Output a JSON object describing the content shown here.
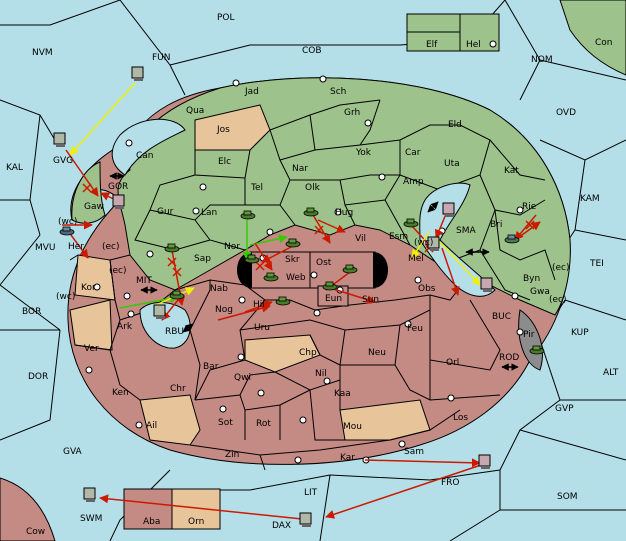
{
  "colors": {
    "sea": "#b5dfe8",
    "green": "#9dc28b",
    "red": "#c48a84",
    "tan": "#e8c49a",
    "grey": "#8c8c8c",
    "border": "#000000",
    "move_red": "#cc1a00",
    "move_yellow": "#f0f000",
    "move_green": "#33cc00"
  },
  "labels": [
    {
      "id": "pol",
      "text": "POL"
    },
    {
      "id": "nvm",
      "text": "NVM"
    },
    {
      "id": "fun",
      "text": "FUN"
    },
    {
      "id": "cob",
      "text": "COB"
    },
    {
      "id": "nom",
      "text": "NOM"
    },
    {
      "id": "con",
      "text": "Con"
    },
    {
      "id": "elf",
      "text": "Elf"
    },
    {
      "id": "hel",
      "text": "Hel"
    },
    {
      "id": "ovd",
      "text": "OVD"
    },
    {
      "id": "kal",
      "text": "KAL"
    },
    {
      "id": "kam",
      "text": "KAM"
    },
    {
      "id": "jad",
      "text": "Jad"
    },
    {
      "id": "sch",
      "text": "Sch"
    },
    {
      "id": "qua",
      "text": "Qua"
    },
    {
      "id": "jos",
      "text": "Jos"
    },
    {
      "id": "grh",
      "text": "Grh"
    },
    {
      "id": "eld",
      "text": "Eld"
    },
    {
      "id": "can",
      "text": "Can"
    },
    {
      "id": "elc",
      "text": "Elc"
    },
    {
      "id": "nar",
      "text": "Nar"
    },
    {
      "id": "yok",
      "text": "Yok"
    },
    {
      "id": "car",
      "text": "Car"
    },
    {
      "id": "uta",
      "text": "Uta"
    },
    {
      "id": "kat",
      "text": "Kat"
    },
    {
      "id": "gvg",
      "text": "GVG"
    },
    {
      "id": "gor",
      "text": "GOR"
    },
    {
      "id": "tel",
      "text": "Tel"
    },
    {
      "id": "olk",
      "text": "Olk"
    },
    {
      "id": "amp",
      "text": "Amp"
    },
    {
      "id": "gaw",
      "text": "Gaw"
    },
    {
      "id": "gur",
      "text": "Gur"
    },
    {
      "id": "lan",
      "text": "Lan"
    },
    {
      "id": "hug",
      "text": "Hug"
    },
    {
      "id": "bri",
      "text": "Bri"
    },
    {
      "id": "rie",
      "text": "Rie"
    },
    {
      "id": "wc1",
      "text": "(wc)"
    },
    {
      "id": "mvu",
      "text": "MVU"
    },
    {
      "id": "her",
      "text": "Her"
    },
    {
      "id": "ec1",
      "text": "(ec)"
    },
    {
      "id": "esm",
      "text": "Esm"
    },
    {
      "id": "sma",
      "text": "SMA"
    },
    {
      "id": "vil",
      "text": "Vil"
    },
    {
      "id": "nor",
      "text": "Nor"
    },
    {
      "id": "skr",
      "text": "Skr"
    },
    {
      "id": "sap",
      "text": "Sap"
    },
    {
      "id": "ost",
      "text": "Ost"
    },
    {
      "id": "wc2",
      "text": "(wc)"
    },
    {
      "id": "mel",
      "text": "Mel"
    },
    {
      "id": "tei",
      "text": "TEI"
    },
    {
      "id": "ec2",
      "text": "(ec)"
    },
    {
      "id": "byn",
      "text": "Byn"
    },
    {
      "id": "ec3",
      "text": "(ec)"
    },
    {
      "id": "web",
      "text": "Web"
    },
    {
      "id": "kor",
      "text": "Kor"
    },
    {
      "id": "mit",
      "text": "MIT"
    },
    {
      "id": "wc3",
      "text": "(wc)"
    },
    {
      "id": "nab",
      "text": "Nab"
    },
    {
      "id": "eun",
      "text": "Eun"
    },
    {
      "id": "sun",
      "text": "Sun"
    },
    {
      "id": "obs",
      "text": "Obs"
    },
    {
      "id": "gwa",
      "text": "Gwa"
    },
    {
      "id": "ec4",
      "text": "(ec)"
    },
    {
      "id": "bor",
      "text": "BOR"
    },
    {
      "id": "hil",
      "text": "Hil"
    },
    {
      "id": "nog",
      "text": "Nog"
    },
    {
      "id": "buc",
      "text": "BUC"
    },
    {
      "id": "kup",
      "text": "KUP"
    },
    {
      "id": "pir",
      "text": "Pir"
    },
    {
      "id": "ark",
      "text": "Ark"
    },
    {
      "id": "rbu",
      "text": "RBU"
    },
    {
      "id": "uru",
      "text": "Uru"
    },
    {
      "id": "feu",
      "text": "Feu"
    },
    {
      "id": "ver",
      "text": "Ver"
    },
    {
      "id": "chp",
      "text": "Chp"
    },
    {
      "id": "neu",
      "text": "Neu"
    },
    {
      "id": "orl",
      "text": "Orl"
    },
    {
      "id": "rod",
      "text": "ROD"
    },
    {
      "id": "bar",
      "text": "Bar"
    },
    {
      "id": "dor",
      "text": "DOR"
    },
    {
      "id": "qwi",
      "text": "Qwi"
    },
    {
      "id": "nil",
      "text": "Nil"
    },
    {
      "id": "alt",
      "text": "ALT"
    },
    {
      "id": "ken",
      "text": "Ken"
    },
    {
      "id": "chr",
      "text": "Chr"
    },
    {
      "id": "kaa",
      "text": "Kaa"
    },
    {
      "id": "gvp",
      "text": "GVP"
    },
    {
      "id": "los",
      "text": "Los"
    },
    {
      "id": "ail",
      "text": "Ail"
    },
    {
      "id": "sot",
      "text": "Sot"
    },
    {
      "id": "rot",
      "text": "Rot"
    },
    {
      "id": "mou",
      "text": "Mou"
    },
    {
      "id": "gva",
      "text": "GVA"
    },
    {
      "id": "zin",
      "text": "Zin"
    },
    {
      "id": "sam",
      "text": "Sam"
    },
    {
      "id": "kar",
      "text": "Kar"
    },
    {
      "id": "fro",
      "text": "FRO"
    },
    {
      "id": "lit",
      "text": "LIT"
    },
    {
      "id": "som",
      "text": "SOM"
    },
    {
      "id": "swm",
      "text": "SWM"
    },
    {
      "id": "aba",
      "text": "Aba"
    },
    {
      "id": "orn",
      "text": "Orn"
    },
    {
      "id": "dax",
      "text": "DAX"
    },
    {
      "id": "cow",
      "text": "Cow"
    }
  ]
}
